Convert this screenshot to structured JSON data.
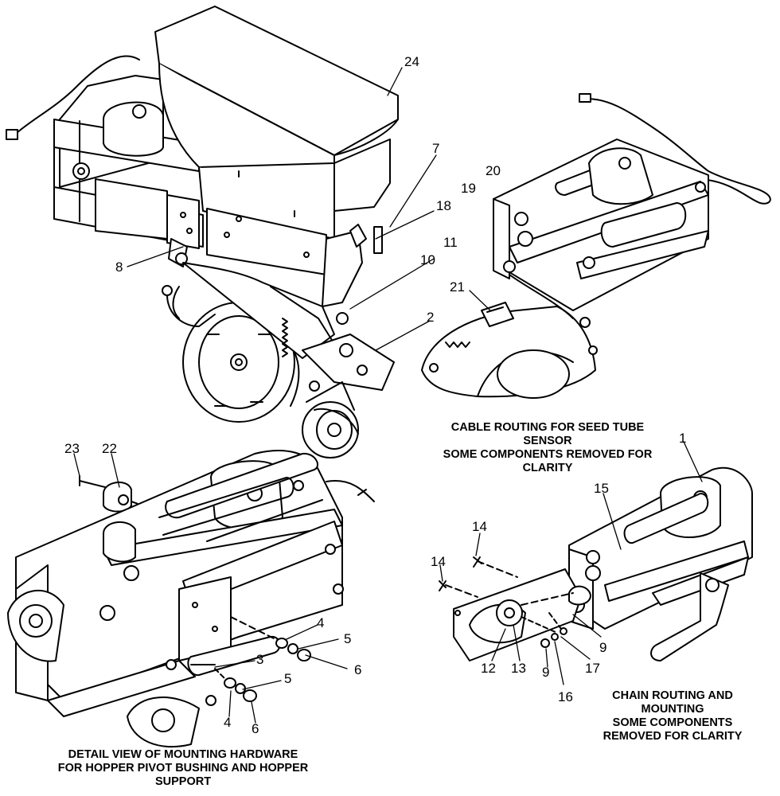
{
  "colors": {
    "line": "#000000",
    "fill": "#ffffff",
    "shade": "#e8e8e8",
    "background": "#ffffff"
  },
  "callouts": [
    "24",
    "7",
    "20",
    "19",
    "18",
    "11",
    "10",
    "8",
    "21",
    "2",
    "1",
    "15",
    "23",
    "22",
    "14",
    "14",
    "4",
    "5",
    "6",
    "3",
    "5",
    "4",
    "6",
    "12",
    "13",
    "9",
    "17",
    "9",
    "16"
  ],
  "captions": {
    "cable_routing": [
      "CABLE ROUTING FOR SEED TUBE",
      "SENSOR",
      "SOME COMPONENTS REMOVED FOR",
      "CLARITY"
    ],
    "chain_routing": [
      "CHAIN ROUTING AND",
      "MOUNTING",
      "SOME COMPONENTS",
      "REMOVED FOR CLARITY"
    ],
    "detail_view": [
      "DETAIL VIEW OF MOUNTING HARDWARE",
      "FOR HOPPER PIVOT BUSHING AND HOPPER",
      "SUPPORT"
    ]
  }
}
